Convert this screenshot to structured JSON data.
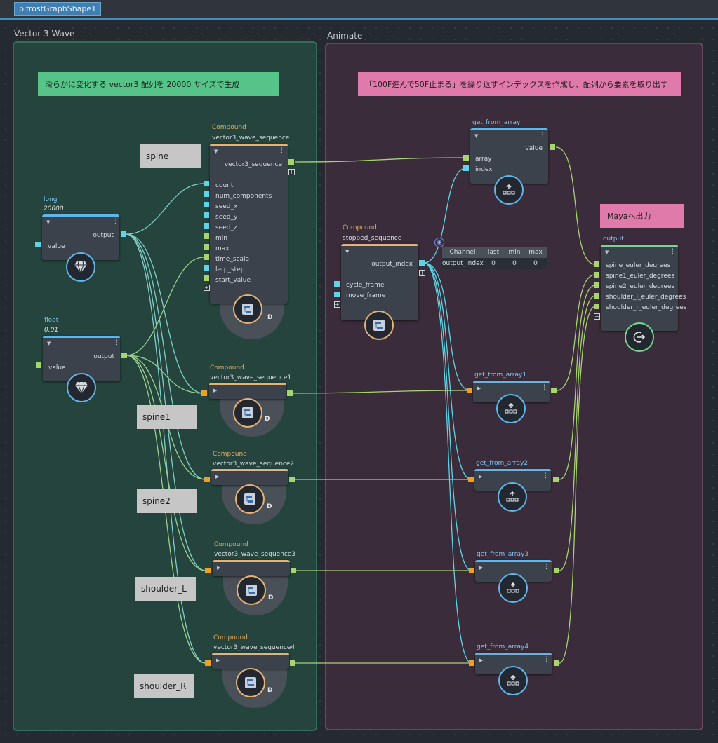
{
  "tab_title": "bifrostGraphShape1",
  "backdrops": {
    "left_title": "Vector 3 Wave",
    "right_title": "Animate"
  },
  "sticky": {
    "left": "滑らかに変化する vector3 配列を 20000 サイズで生成",
    "right": "「100F進んで50F止まる」を繰り返すインデックスを作成し、配列から要素を取り出す",
    "maya": "Mayaへ出力"
  },
  "labels": {
    "spine": "spine",
    "spine1": "spine1",
    "spine2": "spine2",
    "shoulder_l": "shoulder_L",
    "shoulder_r": "shoulder_R"
  },
  "long_node": {
    "type": "long",
    "value": "20000",
    "out": "output",
    "in": "value"
  },
  "float_node": {
    "type": "float",
    "value": "0.01",
    "out": "output",
    "in": "value"
  },
  "compound_tag": "Compound",
  "ring_letter": "D",
  "wave_main": {
    "title": "vector3_wave_sequence",
    "output": "vector3_sequence",
    "inputs": [
      "count",
      "num_components",
      "seed_x",
      "seed_y",
      "seed_z",
      "min",
      "max",
      "time_scale",
      "lerp_step",
      "start_value"
    ]
  },
  "wave_nodes": [
    "vector3_wave_sequence1",
    "vector3_wave_sequence2",
    "vector3_wave_sequence3",
    "vector3_wave_sequence4"
  ],
  "stopped": {
    "title": "stopped_sequence",
    "output": "output_index",
    "inputs": [
      "cycle_frame",
      "move_frame"
    ]
  },
  "gfa_main": {
    "title": "get_from_array",
    "output": "value",
    "inputs": [
      "array",
      "index"
    ]
  },
  "gfa_nodes": [
    "get_from_array1",
    "get_from_array2",
    "get_from_array3",
    "get_from_array4"
  ],
  "watch": {
    "headers": [
      "Channel",
      "last",
      "min",
      "max"
    ],
    "row": [
      "output_index",
      "0",
      "0",
      "0"
    ]
  },
  "output_node": {
    "title": "output",
    "inputs": [
      "spine_euler_degrees",
      "spine1_euler_degrees",
      "spine2_euler_degrees",
      "shoulder_l_euler_degrees",
      "shoulder_r_euler_degrees"
    ]
  },
  "colors": {
    "cyan_port": "#5ed4e4",
    "green_port": "#a6d46e",
    "orange_port": "#f0a020",
    "blue_header": "#5fb6ec",
    "orange_header": "#e4b37a",
    "green_header": "#72d88d"
  },
  "icons": {
    "value_node": "diamond-icon",
    "compound": "compound-icon",
    "get_from_array": "array-get-icon",
    "output": "output-arrow-icon",
    "watch": "eye-icon"
  }
}
